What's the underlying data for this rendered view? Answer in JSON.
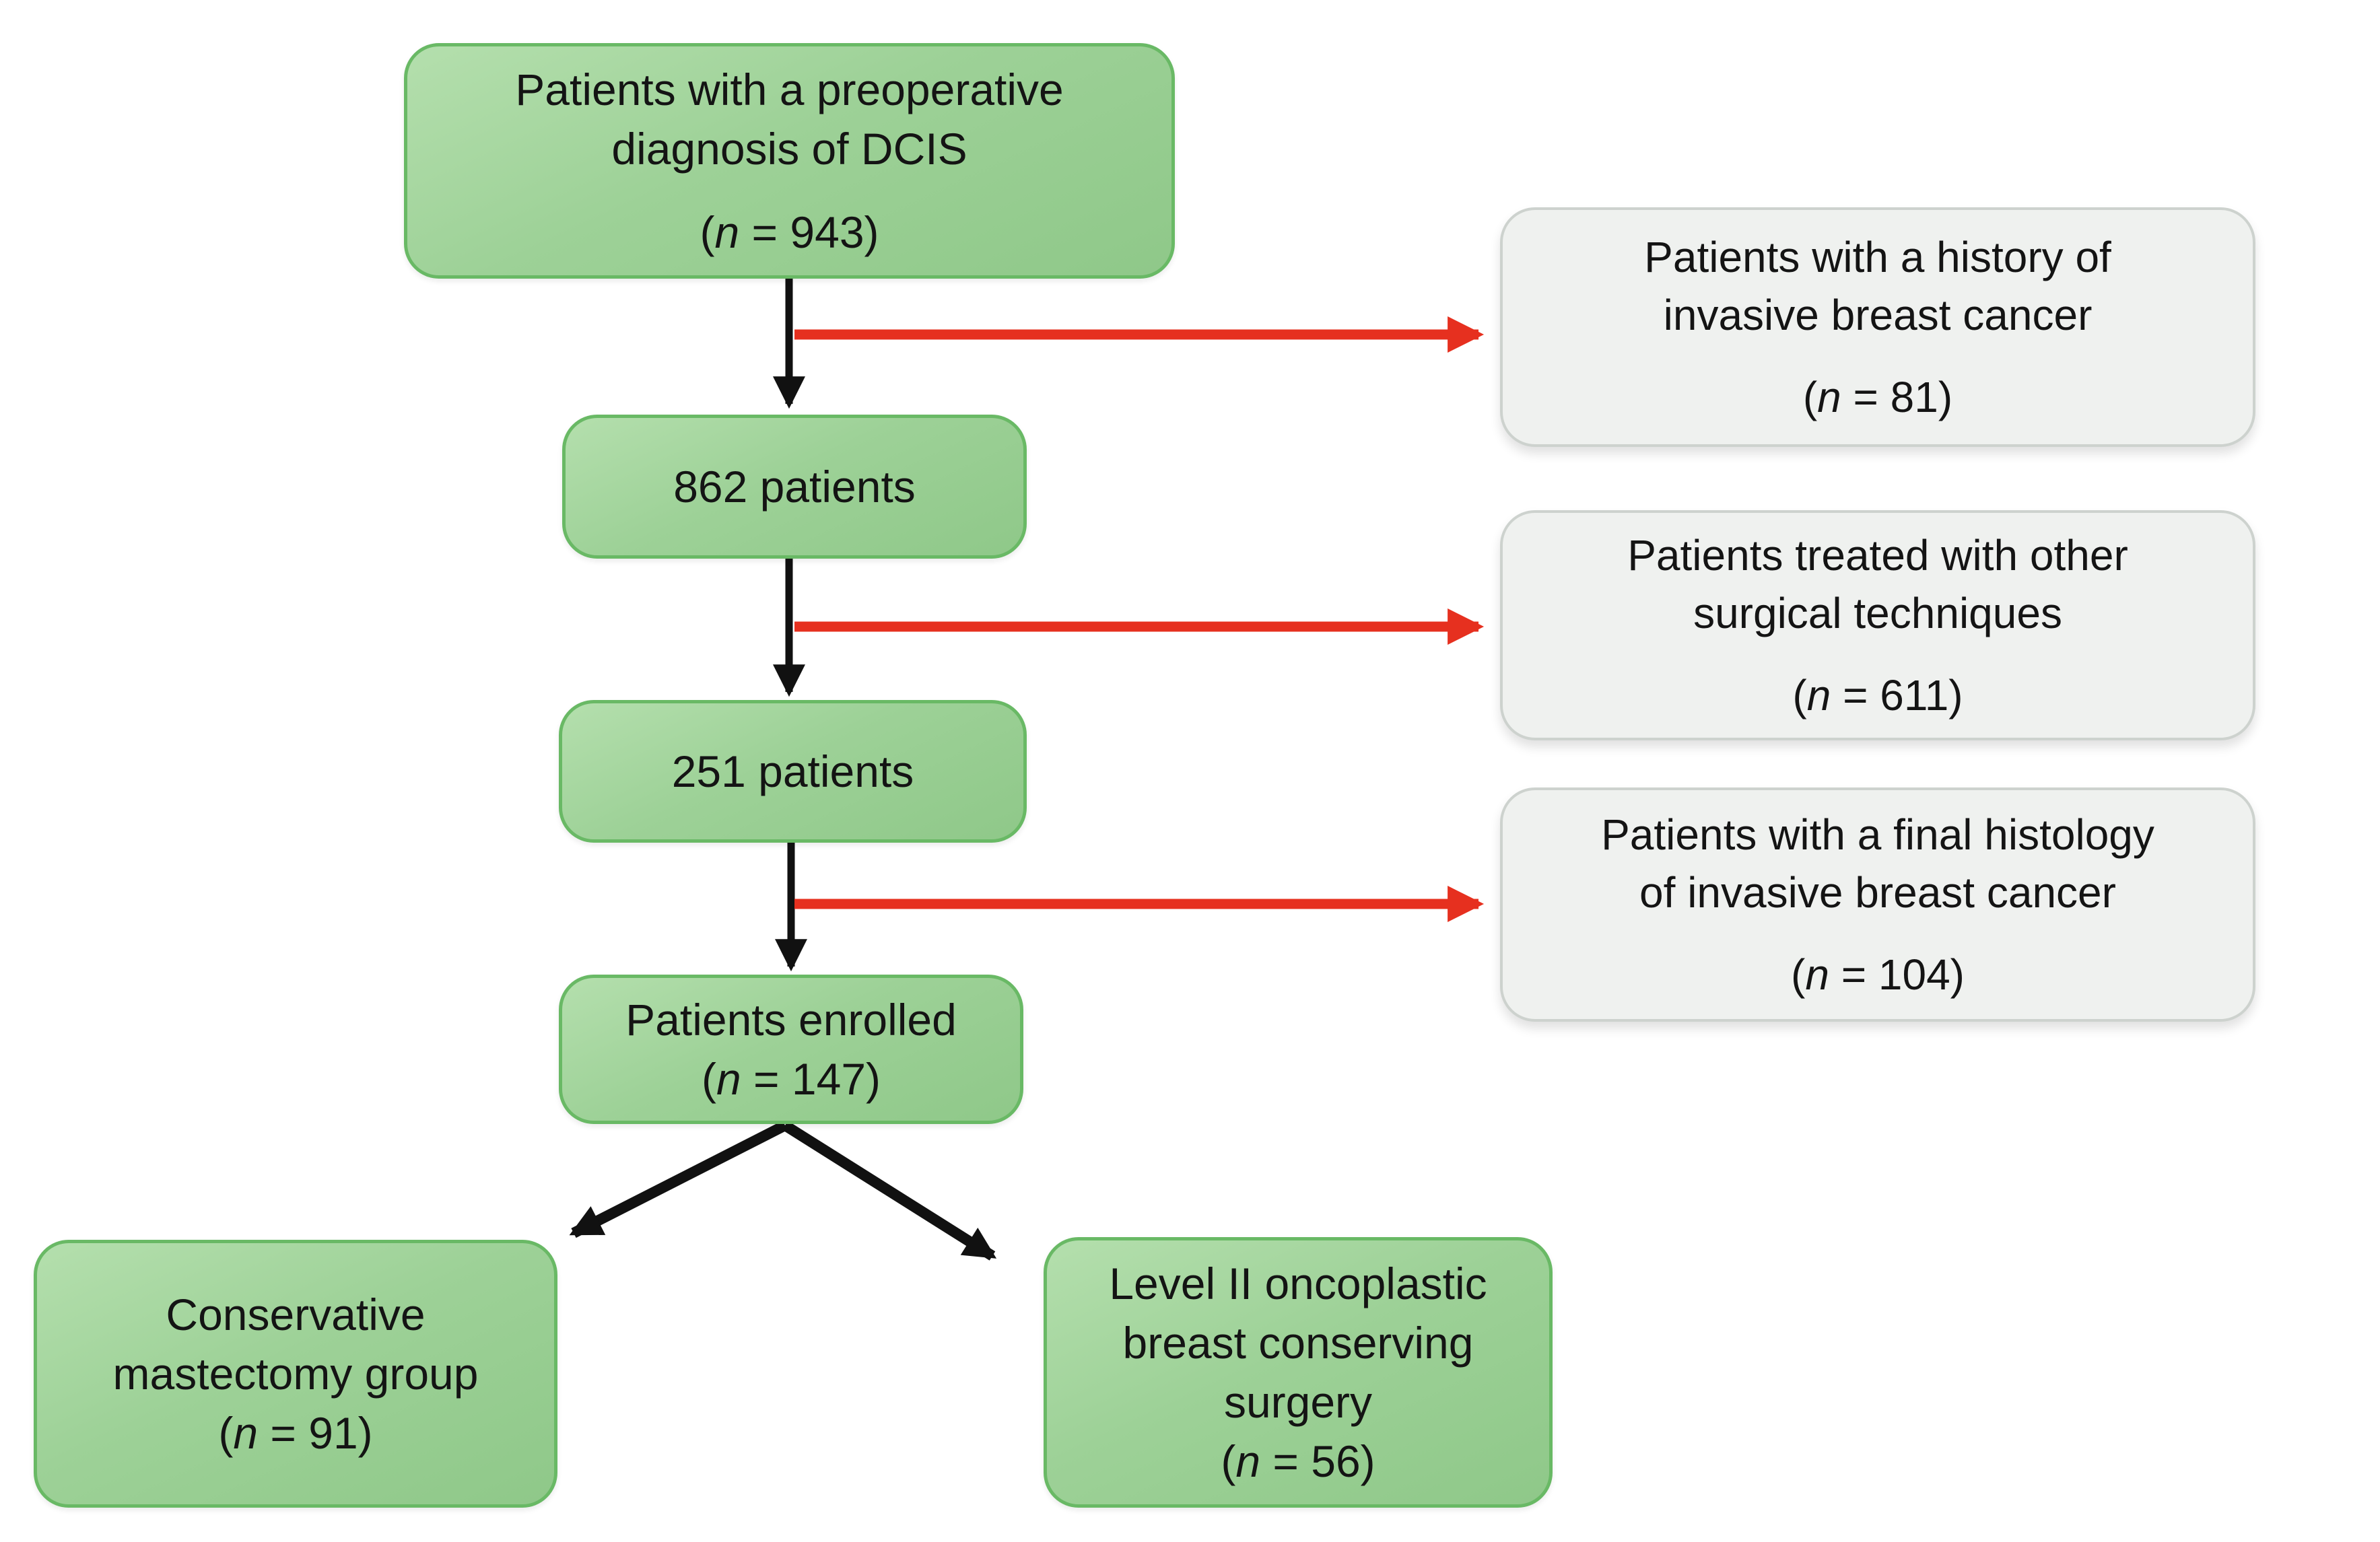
{
  "diagram": {
    "type": "patient-flowchart",
    "colors": {
      "node_fill": "#9dd197",
      "node_border": "#69b965",
      "exclusion_fill": "#eff1ef",
      "exclusion_border": "#cdd2ce",
      "arrow_black": "#111111",
      "arrow_red": "#e6301f",
      "text": "#141414",
      "background": "#ffffff"
    },
    "nodes": {
      "preop": {
        "lines": [
          "Patients with a preoperative",
          "diagnosis of DCIS",
          "(n = 943)"
        ]
      },
      "p862": {
        "lines": [
          "862 patients"
        ]
      },
      "p251": {
        "lines": [
          "251 patients"
        ]
      },
      "enrolled": {
        "lines": [
          "Patients enrolled",
          "(n = 147)"
        ]
      },
      "mastectomy": {
        "lines": [
          "Conservative",
          "mastectomy group",
          "(n = 91)"
        ]
      },
      "oncoplastic": {
        "lines": [
          "Level II oncoplastic",
          "breast conserving",
          "surgery",
          "(n = 56)"
        ]
      }
    },
    "exclusions": {
      "history": {
        "lines": [
          "Patients with a history of",
          "invasive breast cancer",
          "(n = 81)"
        ]
      },
      "other": {
        "lines": [
          "Patients treated with other",
          "surgical techniques",
          "(n = 611)"
        ]
      },
      "histology": {
        "lines": [
          "Patients with a final histology",
          "of invasive breast cancer",
          "(n = 104)"
        ]
      }
    },
    "edges": [
      {
        "from": "preop",
        "to": "p862",
        "style": "black-down"
      },
      {
        "from": "p862",
        "to": "p251",
        "style": "black-down"
      },
      {
        "from": "p251",
        "to": "enrolled",
        "style": "black-down"
      },
      {
        "from": "enrolled",
        "to": "mastectomy",
        "style": "black-diagonal"
      },
      {
        "from": "enrolled",
        "to": "oncoplastic",
        "style": "black-diagonal"
      },
      {
        "from": "preop",
        "to": "history",
        "style": "red-exclusion"
      },
      {
        "from": "p862",
        "to": "other",
        "style": "red-exclusion"
      },
      {
        "from": "p251",
        "to": "histology",
        "style": "red-exclusion"
      }
    ]
  }
}
